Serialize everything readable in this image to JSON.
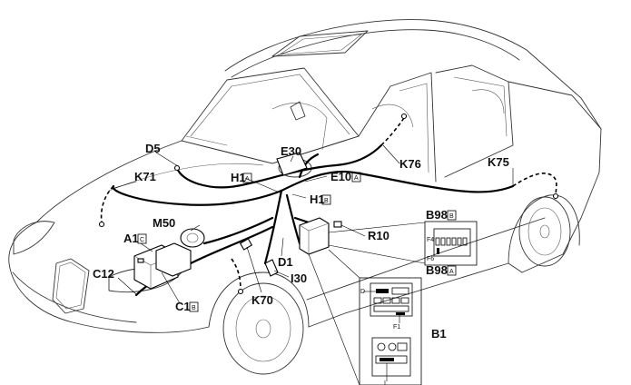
{
  "labels": {
    "D5": "D5",
    "E30": "E30",
    "H1A_main": "H1",
    "H1A_sub": "A",
    "E10_main": "E10",
    "E10_sub": "A",
    "H1B_main": "H1",
    "H1B_sub": "B",
    "K76": "K76",
    "K75": "K75",
    "K71": "K71",
    "M50": "M50",
    "A1_main": "A1",
    "A1_sub": "C",
    "C12": "C12",
    "C1_main": "C1",
    "C1_sub": "B",
    "K70": "K70",
    "D1": "D1",
    "I30": "I30",
    "R10": "R10",
    "B98B_main": "B98",
    "B98B_sub": "B",
    "B98A_main": "B98",
    "B98A_sub": "A",
    "B1": "B1"
  },
  "inset_fuse_b98": {
    "F4": "F4",
    "F6": "F6"
  },
  "inset_b1": {
    "D": "D",
    "F1": "F1",
    "I": "I"
  }
}
